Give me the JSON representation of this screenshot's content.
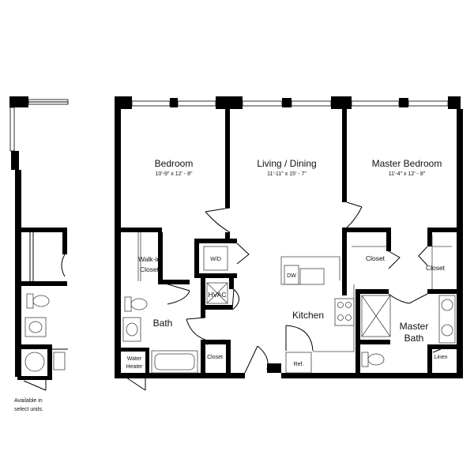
{
  "rooms": {
    "bedroom": {
      "name": "Bedroom",
      "dims": "10'-9\" x 12' - 8\""
    },
    "living": {
      "name": "Living / Dining",
      "dims": "11'-11\" x 15' - 7\""
    },
    "master": {
      "name": "Master Bedroom",
      "dims": "11'-4\" x 12' - 8\""
    }
  },
  "labels": {
    "walkin_line1": "Walk-in",
    "walkin_line2": "Closet",
    "wd": "W/D",
    "hvac": "HVAC",
    "closet_a": "Closet",
    "closet_b": "Closet",
    "closet_c": "Closet",
    "bath": "Bath",
    "kitchen": "Kitchen",
    "dw": "DW",
    "ref": "Ref.",
    "water_line1": "Water",
    "water_line2": "Heater",
    "master_bath_line1": "Master",
    "master_bath_line2": "Bath",
    "linen": "Linen"
  },
  "note": {
    "line1": "Available in",
    "line2": "select units."
  }
}
